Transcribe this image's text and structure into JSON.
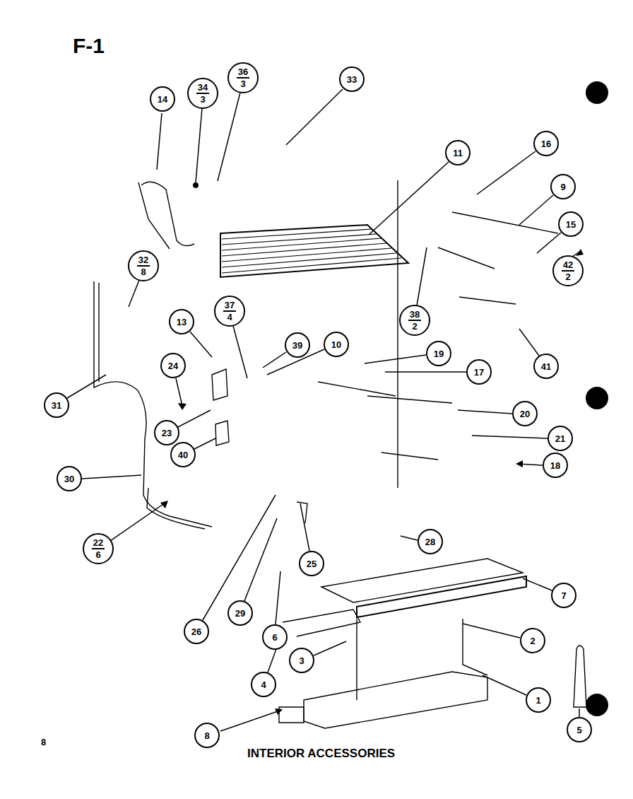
{
  "diagram": {
    "title": "F-1",
    "caption": "INTERIOR ACCESSORIES",
    "nodes": [
      {
        "text": [
          "36",
          "3"
        ]
      },
      {
        "text": [
          "33"
        ]
      },
      {
        "text": [
          "34",
          "3"
        ]
      },
      {
        "text": [
          "14"
        ]
      },
      {
        "text": [
          "16"
        ]
      },
      {
        "text": [
          "11"
        ]
      },
      {
        "text": [
          "9"
        ]
      },
      {
        "text": [
          "15"
        ]
      },
      {
        "text": [
          "32",
          "8"
        ]
      },
      {
        "text": [
          "42",
          "2"
        ]
      },
      {
        "text": [
          "37",
          "4"
        ]
      },
      {
        "text": [
          "38",
          "2"
        ]
      },
      {
        "text": [
          "13"
        ]
      },
      {
        "text": [
          "10"
        ]
      },
      {
        "text": [
          "39"
        ]
      },
      {
        "text": [
          "19"
        ]
      },
      {
        "text": [
          "24"
        ]
      },
      {
        "text": [
          "41"
        ]
      },
      {
        "text": [
          "17"
        ]
      },
      {
        "text": [
          "31"
        ]
      },
      {
        "text": [
          "20"
        ]
      },
      {
        "text": [
          "23"
        ]
      },
      {
        "text": [
          "21"
        ]
      },
      {
        "text": [
          "40"
        ]
      },
      {
        "text": [
          "18"
        ]
      },
      {
        "text": [
          "30"
        ]
      },
      {
        "text": [
          "28"
        ]
      },
      {
        "text": [
          "22",
          "6"
        ]
      },
      {
        "text": [
          "25"
        ]
      },
      {
        "text": [
          "7"
        ]
      },
      {
        "text": [
          "29"
        ]
      },
      {
        "text": [
          "26"
        ]
      },
      {
        "text": [
          "6"
        ]
      },
      {
        "text": [
          "2"
        ]
      },
      {
        "text": [
          "3"
        ]
      },
      {
        "text": [
          "4"
        ]
      },
      {
        "text": [
          "1"
        ]
      },
      {
        "text": [
          "5"
        ]
      },
      {
        "text": [
          "8"
        ]
      }
    ],
    "labels": [
      "8"
    ]
  }
}
